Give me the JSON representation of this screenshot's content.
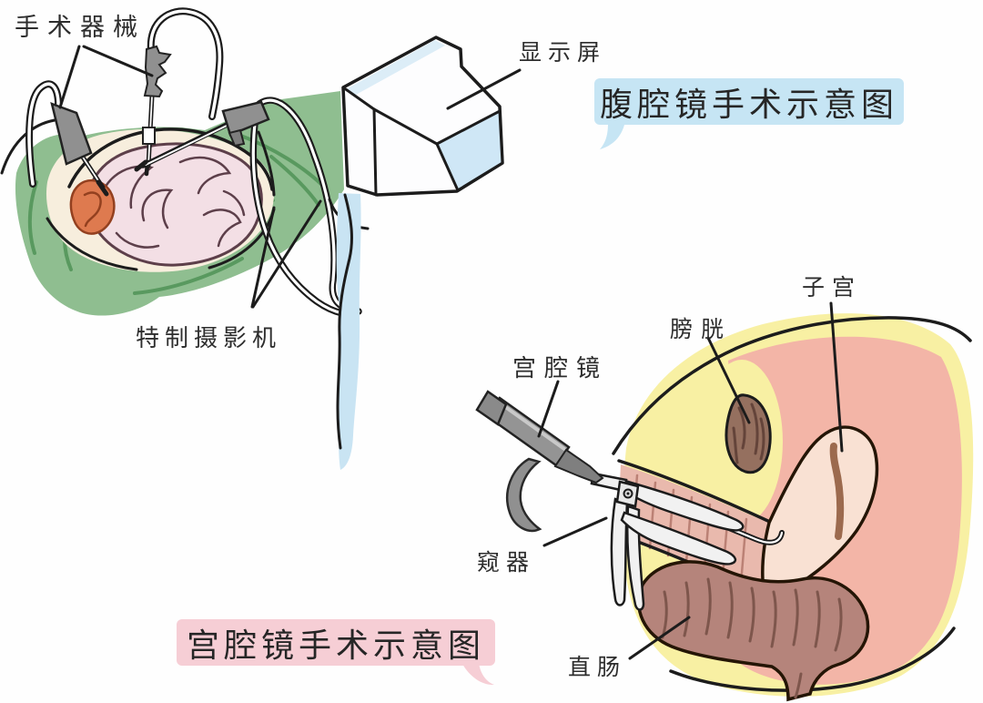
{
  "titles": {
    "laparoscopy": "腹腔镜手术示意图",
    "hysteroscopy": "宫腔镜手术示意图"
  },
  "labels": {
    "surgical_instruments": "手术器械",
    "monitor_screen": "显示屏",
    "special_camera": "特制摄影机",
    "hysteroscope": "宫腔镜",
    "bladder": "膀胱",
    "uterus": "子宫",
    "speculum": "窥器",
    "rectum": "直肠"
  },
  "colors": {
    "background": "#fefefe",
    "ink": "#1c1c1c",
    "outline_dark": "#241505",
    "drape_green": "#8fbe90",
    "drape_fold": "#59995f",
    "field_cream": "#f7eedd",
    "intestine_fill": "#f3dfe5",
    "intestine_line": "#5d3f4a",
    "organ_red": "#de7a4f",
    "organ_red_line": "#93401f",
    "instrument_gray": "#909090",
    "monitor_blue": "#cfe7f6",
    "pole_blue": "#c9e4f3",
    "laparoscopy_title_bg": "#c6e5f4",
    "hysteroscopy_title_bg": "#f6ced5",
    "fat_yellow": "#f8f0a3",
    "tissue_pink": "#f3b5a7",
    "canal_pink": "#e9b9ad",
    "canal_stripe": "#bb8175",
    "uterus_fill": "#f9e1d3",
    "cavity_brown": "#9c6a4e",
    "bladder_fill": "#95705f",
    "bladder_line": "#64443a",
    "rectum_fill": "#b5847b",
    "rectum_line": "#7e564c",
    "label_ink": "#2d2d2d"
  }
}
